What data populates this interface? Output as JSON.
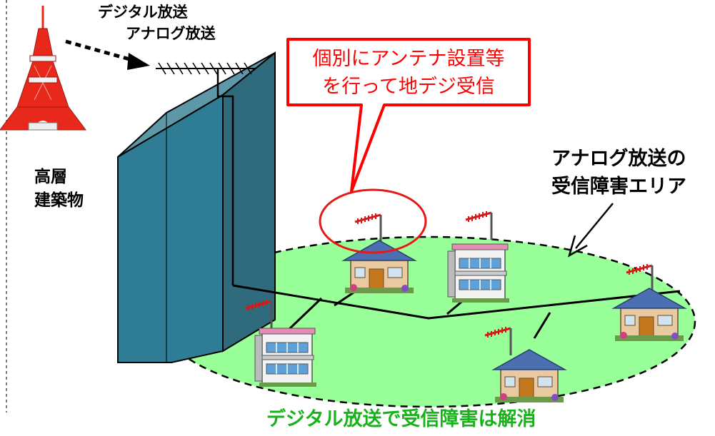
{
  "labels": {
    "digital_broadcast": "デジタル放送",
    "analog_broadcast": "アナログ放送",
    "building_line1": "高層",
    "building_line2": "建築物",
    "callout_line1": "個別にアンテナ設置等",
    "callout_line2": "を行って地デジ受信",
    "area_line1": "アナログ放送の",
    "area_line2": "受信障害エリア",
    "result": "デジタル放送で受信障害は解消"
  },
  "colors": {
    "area_fill": "#99ff99",
    "building_front": "#2e7d94",
    "building_side": "#2f6b7d",
    "building_top": "#5c98a8",
    "tower_red": "#e8281a",
    "callout_red": "#ff0000",
    "result_green": "#18b318"
  },
  "icons": [
    "tokyo-tower-icon",
    "house-icon",
    "apartment-icon",
    "antenna-icon"
  ]
}
